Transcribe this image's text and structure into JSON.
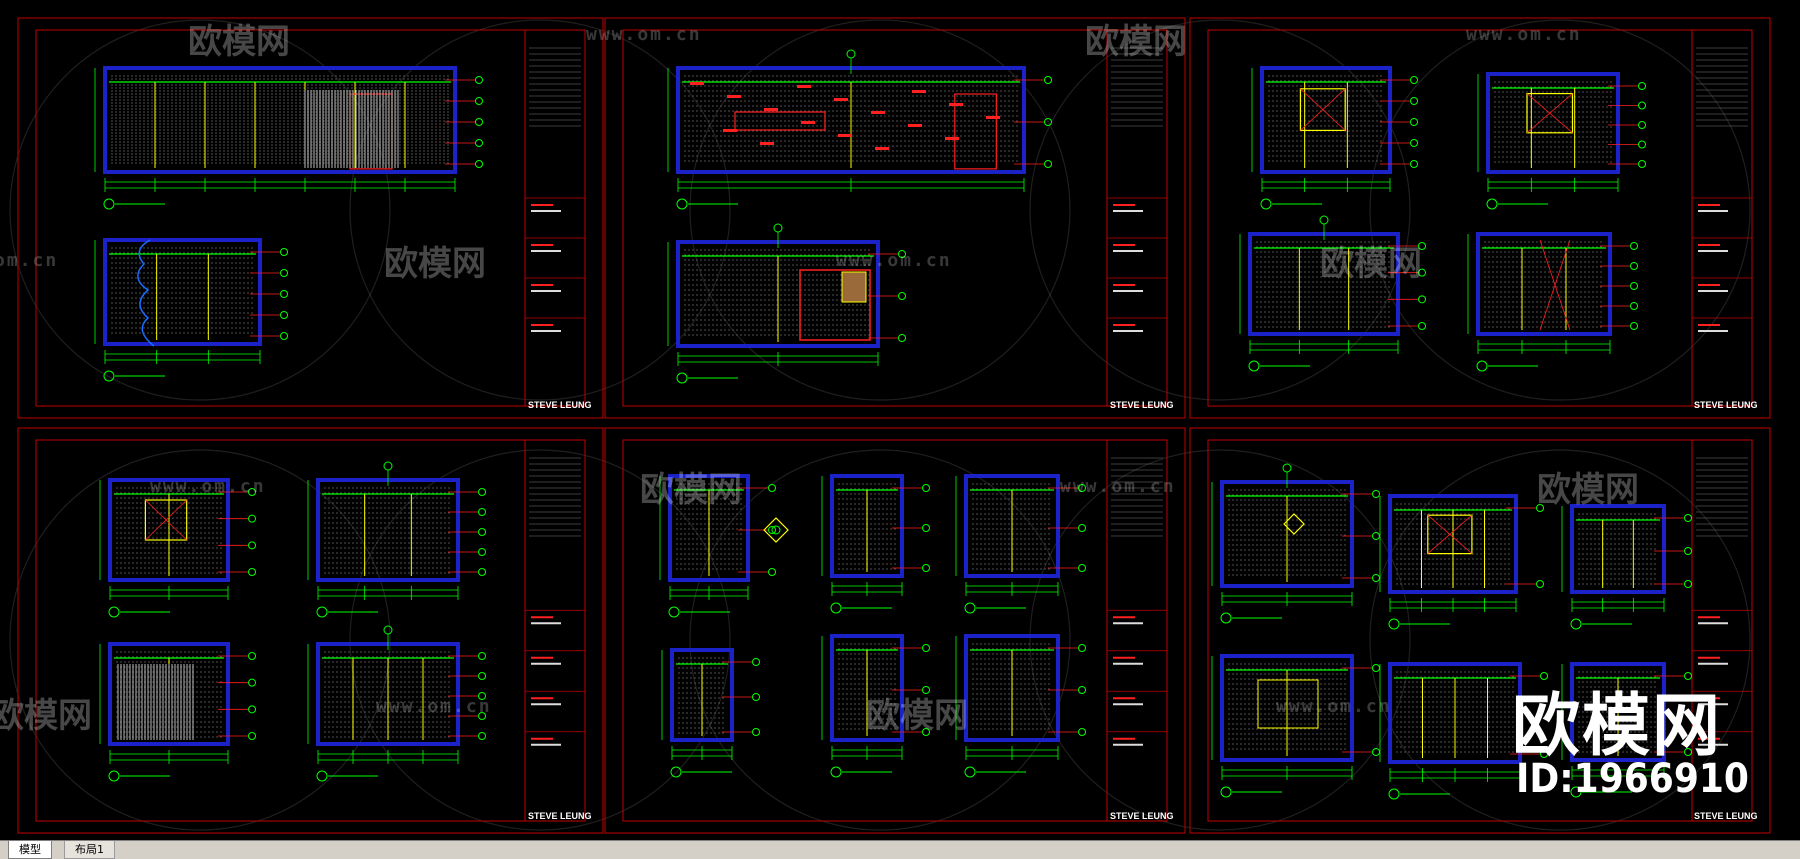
{
  "watermark": {
    "brand_cn": "欧模网",
    "url": "www.om.cn",
    "url_partial": "om.cn",
    "big_brand": "欧模网",
    "id_text": "ID:1966910"
  },
  "titleblock": {
    "designer": "STEVE LEUNG"
  },
  "tabs": {
    "model": "模型",
    "layout1": "布局1"
  },
  "colors": {
    "background": "#000000",
    "frame_red": "#c00000",
    "drawing_blue": "#1a22c8",
    "dim_green": "#00ff00",
    "detail_yellow": "#ffff00",
    "detail_red": "#ff2020"
  }
}
